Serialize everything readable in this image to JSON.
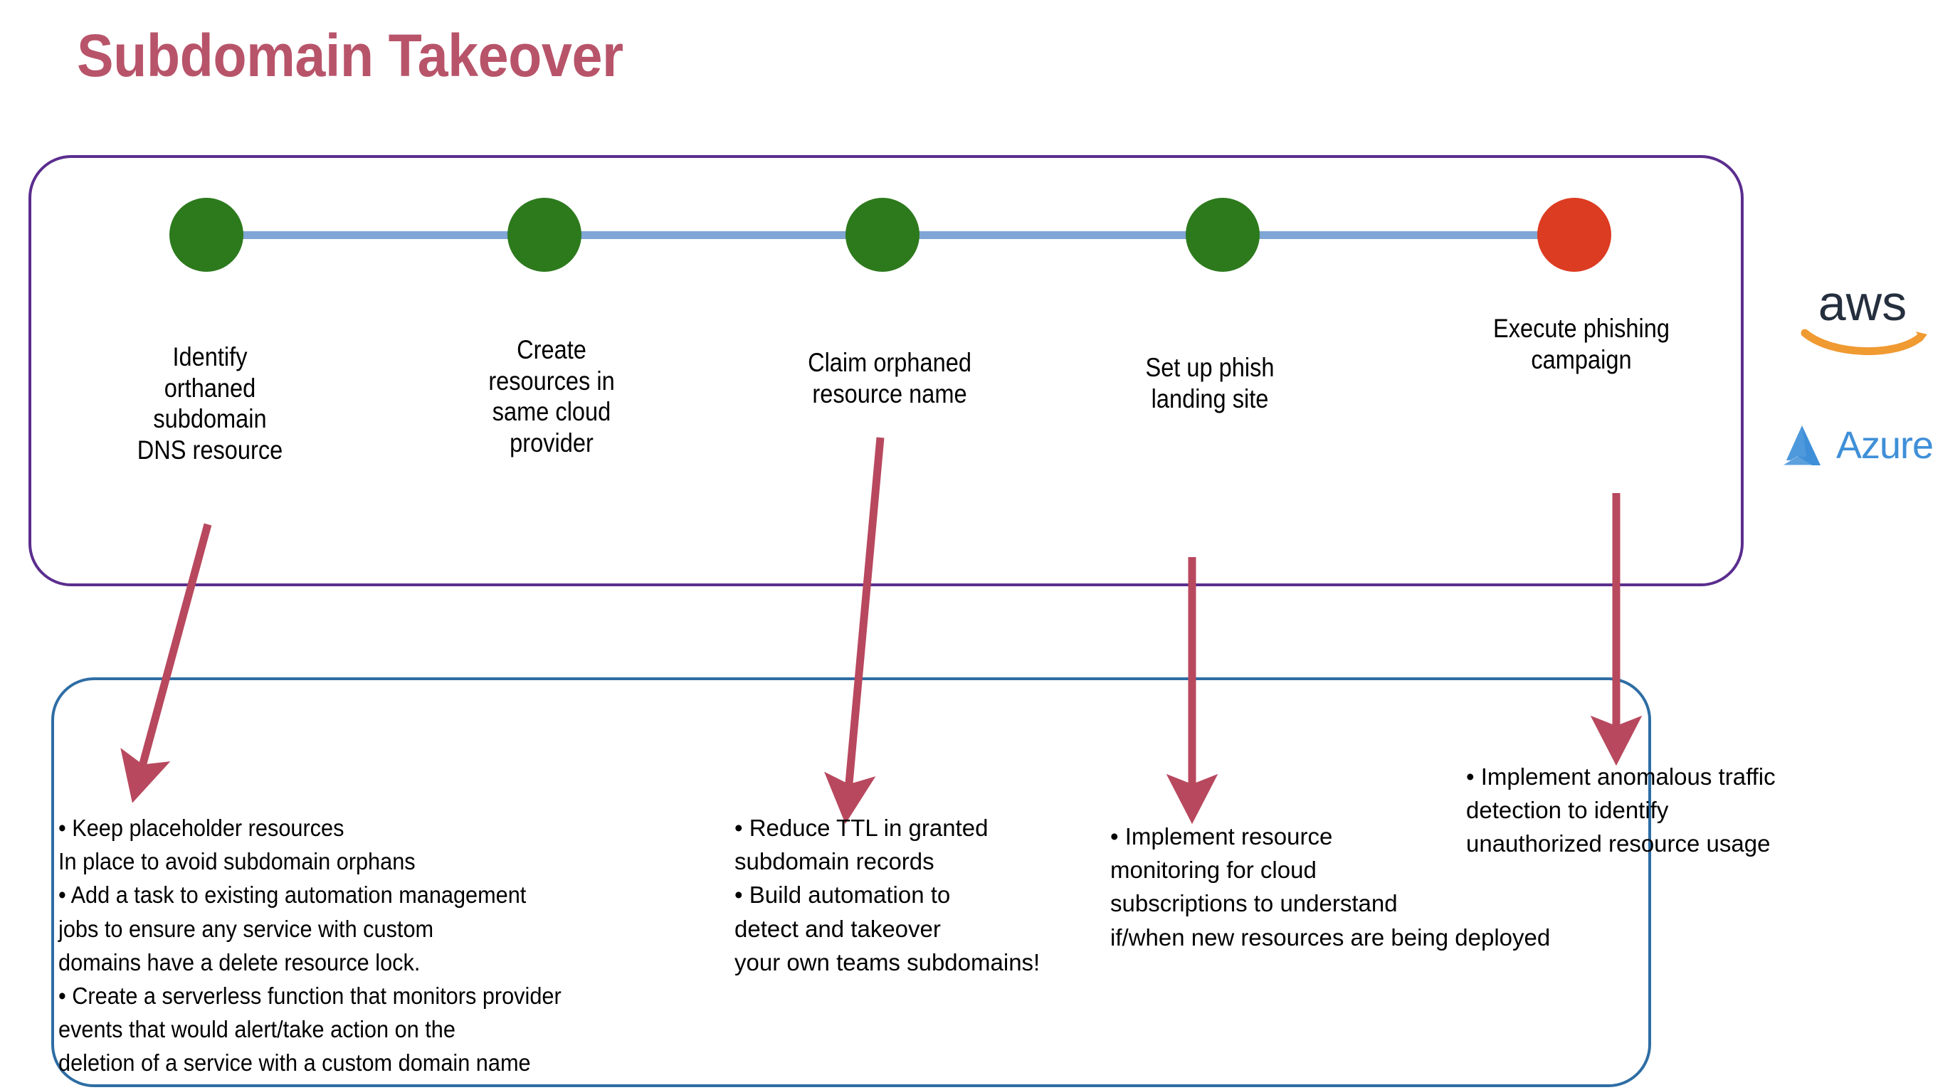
{
  "slide": {
    "title": "Subdomain Takeover",
    "title_color": "#b8546a",
    "background": "#ffffff"
  },
  "attack_panel": {
    "border_color": "#5b2d8e",
    "timeline_line_color": "#7fa6d4",
    "node_green_color": "#2d7a1d",
    "node_red_color": "#dc3c22",
    "steps": [
      {
        "index": 1,
        "label": "Identify\northaned\nsubdomain\nDNS resource",
        "marker": "green-circle",
        "status": "attack-step"
      },
      {
        "index": 2,
        "label": "Create\nresources in\nsame cloud\nprovider",
        "marker": "green-circle",
        "status": "attack-step"
      },
      {
        "index": 3,
        "label": "Claim orphaned\nresource name",
        "marker": "green-circle",
        "status": "attack-step"
      },
      {
        "index": 4,
        "label": "Set up phish\nlanding site",
        "marker": "green-circle",
        "status": "attack-step"
      },
      {
        "index": 5,
        "label": "Execute phishing\ncampaign",
        "marker": "red-circle",
        "status": "attack-final"
      }
    ]
  },
  "defense_panel": {
    "border_color": "#2e6da4",
    "arrow_color": "#b8485e",
    "blocks": [
      {
        "id": "mitigation-identify",
        "text": "• Keep placeholder resources\nIn place to avoid subdomain orphans\n•  Add a task to existing automation management\njobs to ensure any service with custom\ndomains have a delete resource lock.\n•  Create a serverless function that monitors provider\nevents that would alert/take action on the\ndeletion of a service with a custom domain name"
      },
      {
        "id": "mitigation-claim",
        "text": "•  Reduce TTL in granted\nsubdomain records\n• Build automation to\ndetect and takeover\nyour own teams subdomains!"
      },
      {
        "id": "mitigation-phish-site",
        "text": "• Implement resource\nmonitoring for cloud\nsubscriptions to understand\nif/when new resources are being deployed"
      },
      {
        "id": "mitigation-campaign",
        "text": "•  Implement anomalous traffic\ndetection to identify\nunauthorized resource usage"
      }
    ]
  },
  "logos": {
    "aws": {
      "wordmark": "aws",
      "text_color": "#252f3e",
      "smile_color": "#f09a32"
    },
    "azure": {
      "wordmark": "Azure",
      "color": "#3f8fd8"
    }
  }
}
